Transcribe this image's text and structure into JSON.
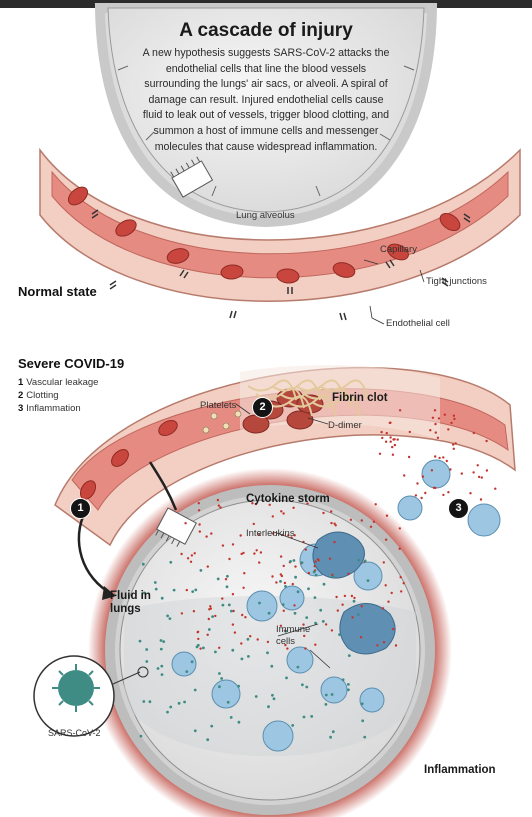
{
  "header": {
    "title": "A cascade of injury",
    "intro": "A new hypothesis suggests SARS-CoV-2 attacks the endothelial cells that line the blood vessels surrounding the lungs' air sacs, or alveoli. A spiral of damage can result. Injured endothelial cells cause fluid to leak out of vessels, trigger blood clotting, and summon a host of immune cells and messenger molecules that cause widespread inflammation."
  },
  "normal_state": {
    "heading": "Normal state",
    "lung_alveolus": "Lung alveolus",
    "capillary": "Capillary",
    "tight_junctions": "Tight junctions",
    "endothelial_cell": "Endothelial cell"
  },
  "severe": {
    "heading": "Severe COVID-19",
    "steps": [
      {
        "num": "1",
        "label": "Vascular leakage"
      },
      {
        "num": "2",
        "label": "Clotting"
      },
      {
        "num": "3",
        "label": "Inflammation"
      }
    ],
    "platelets": "Platelets",
    "fibrin_clot": "Fibrin clot",
    "d_dimer": "D-dimer",
    "cytokine_storm": "Cytokine storm",
    "interleukins": "Interleukins",
    "fluid_in_lungs": "Fluid in lungs",
    "immune_cells": "Immune cells",
    "sars_cov_2": "SARS-CoV-2",
    "inflammation": "Inflammation"
  },
  "colors": {
    "capillary_wall": "#f3cfc3",
    "capillary_lumen": "#e58b82",
    "red_blood_cell": "#c8463d",
    "alveolus_fill": "#ececec",
    "immune_cell": "#9cc6e2",
    "fibrin": "#e3c99c",
    "virus": "#3f8c85",
    "inflamed_glow": "#b22c20"
  }
}
